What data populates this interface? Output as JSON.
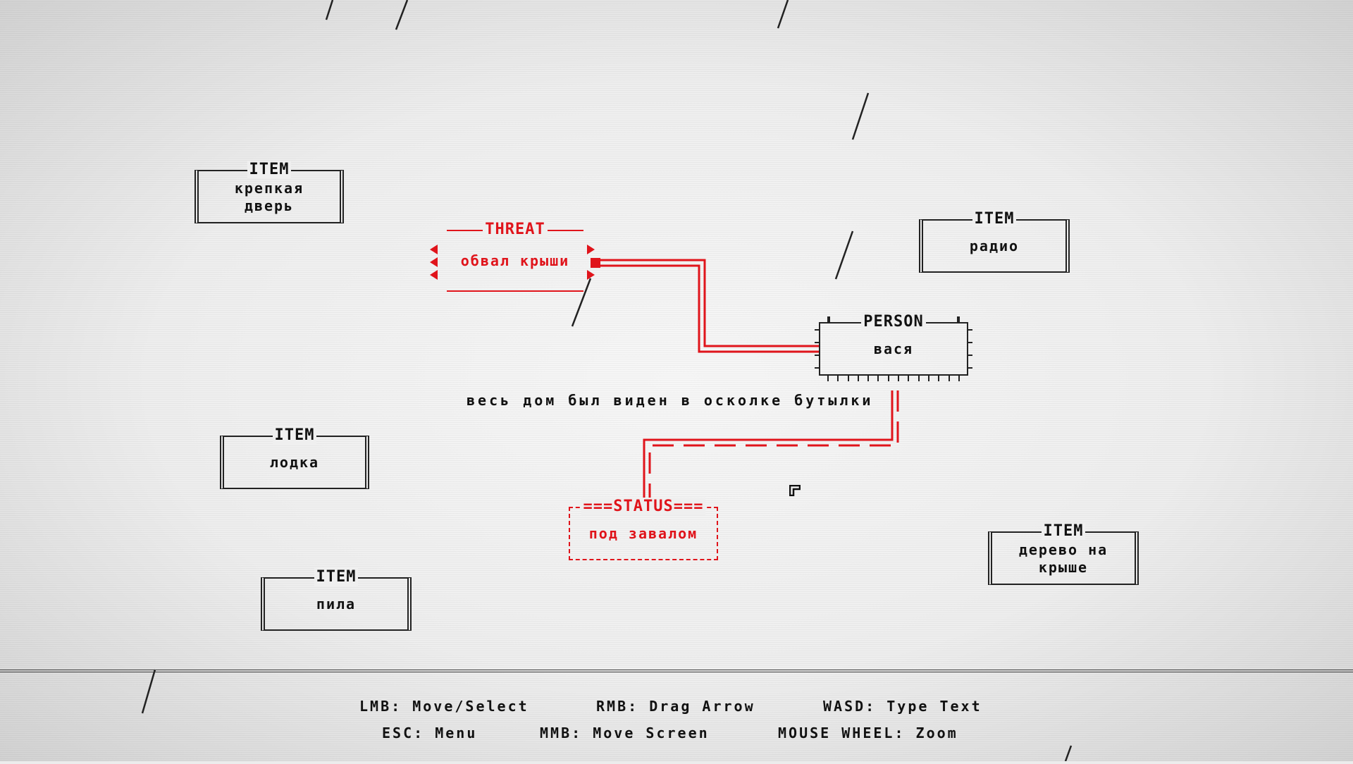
{
  "nodes": {
    "item_door": {
      "type": "ITEM",
      "label_line1": "крепкая",
      "label_line2": "дверь"
    },
    "item_radio": {
      "type": "ITEM",
      "label": "радио"
    },
    "item_boat": {
      "type": "ITEM",
      "label": "лодка"
    },
    "item_saw": {
      "type": "ITEM",
      "label": "пила"
    },
    "item_tree": {
      "type": "ITEM",
      "label_line1": "дерево на",
      "label_line2": "крыше"
    },
    "threat": {
      "type": "THREAT",
      "label": "обвал крыши"
    },
    "person": {
      "type": "PERSON",
      "label": "вася"
    },
    "status": {
      "type": "===STATUS===",
      "label": "под завалом"
    }
  },
  "free_text": "весь дом был виден в осколке бутылки",
  "help": {
    "lmb": "LMB: Move/Select",
    "rmb": "RMB: Drag Arrow",
    "wasd": "WASD: Type Text",
    "esc": "ESC: Menu",
    "mmb": "MMB: Move Screen",
    "wheel": "MOUSE WHEEL: Zoom"
  },
  "colors": {
    "ink": "#111111",
    "accent": "#e0141b",
    "paper": "#ececec"
  }
}
